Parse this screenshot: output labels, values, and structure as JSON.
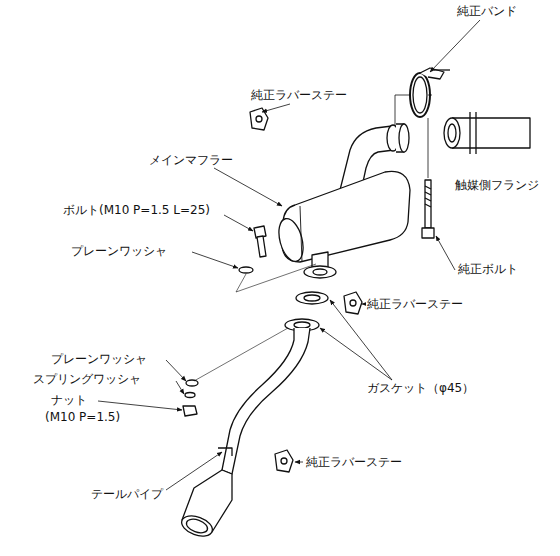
{
  "diagram": {
    "labels": [
      "純正バンド",
      "純正ラバーステー",
      "メインマフラー",
      "触媒側フランジ",
      "ボルト(M10 P=1.5 L=25)",
      "純正ボルト",
      "プレーンワッシャ",
      "純正ラバーステー",
      "ガスケット（φ45）",
      "プレーンワッシャ",
      "スプリングワッシャ",
      "ナット",
      "(M10 P=1.5)",
      "純正ラバーステー",
      "テールパイプ"
    ]
  }
}
